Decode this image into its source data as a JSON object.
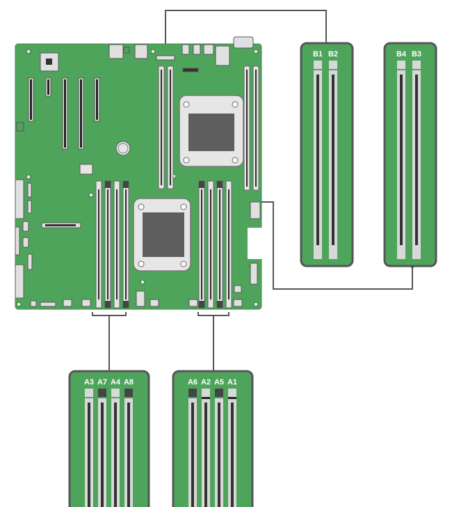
{
  "diagram": {
    "colors": {
      "board": "#4fa45b",
      "board_dark": "#3f8c4a",
      "panel_border": "#555555",
      "slot_light": "#d8d8d8",
      "slot_dark": "#333333",
      "cpu_frame": "#e6e6e6",
      "cpu_die": "#5e5e5e",
      "line": "#555555"
    },
    "groups": [
      {
        "id": "b-right-a",
        "labels": [
          "B1",
          "B2"
        ]
      },
      {
        "id": "b-right-b",
        "labels": [
          "B4",
          "B3"
        ]
      },
      {
        "id": "a-bottom-left",
        "labels": [
          "A3",
          "A7",
          "A4",
          "A8"
        ]
      },
      {
        "id": "a-bottom-right",
        "labels": [
          "A6",
          "A2",
          "A5",
          "A1"
        ]
      }
    ]
  }
}
